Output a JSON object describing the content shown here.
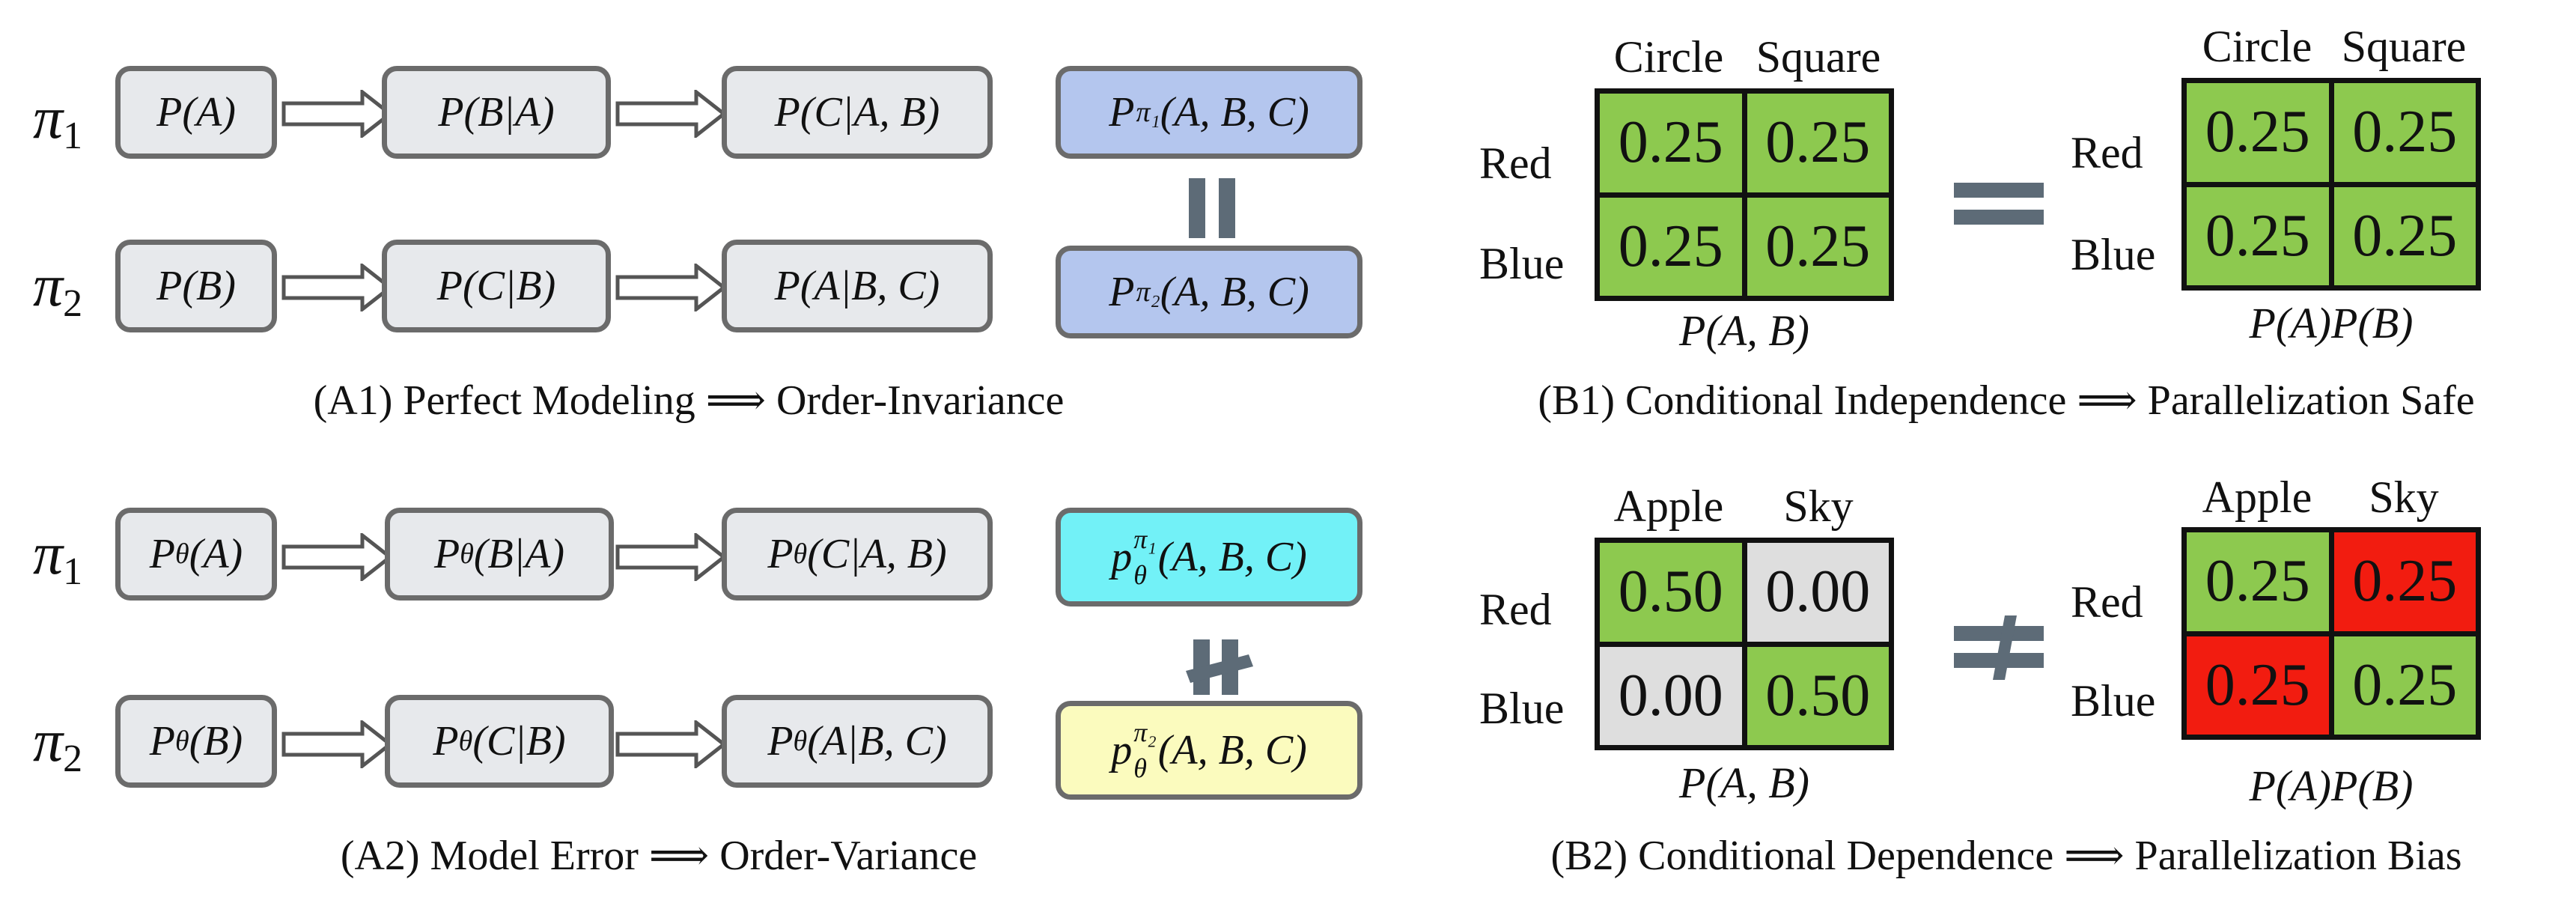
{
  "colors": {
    "node_gray": "#e7e9ec",
    "node_border": "#6b6b6b",
    "joint_blue": "#b4c6ee",
    "joint_cyan": "#72f1f7",
    "joint_yellow": "#fbfbbe",
    "cell_green": "#8dc94f",
    "cell_gray": "#dedede",
    "cell_red": "#f21c10",
    "relation_symbol": "#5d6b77"
  },
  "panel_a1": {
    "pi1_label": "π",
    "pi1_sub": "1",
    "pi2_label": "π",
    "pi2_sub": "2",
    "row1": [
      "P(A)",
      "P(B|A)",
      "P(C|A, B)"
    ],
    "row2": [
      "P(B)",
      "P(C|B)",
      "P(A|B, C)"
    ],
    "joint1": {
      "P": "P",
      "sup": "π₁",
      "args": "(A, B, C)"
    },
    "joint2": {
      "P": "P",
      "sup": "π₂",
      "args": "(A, B, C)"
    },
    "relation": "equal",
    "caption": "(A1) Perfect Modeling ⟹ Order-Invariance"
  },
  "panel_a2": {
    "pi1_label": "π",
    "pi1_sub": "1",
    "pi2_label": "π",
    "pi2_sub": "2",
    "theta": "θ",
    "row1": [
      {
        "P": "P",
        "args": "(A)"
      },
      {
        "P": "P",
        "args": "(B|A)"
      },
      {
        "P": "P",
        "args": "(C|A, B)"
      }
    ],
    "row2": [
      {
        "P": "P",
        "args": "(B)"
      },
      {
        "P": "P",
        "args": "(C|B)"
      },
      {
        "P": "P",
        "args": "(A|B, C)"
      }
    ],
    "joint1": {
      "p": "p",
      "sup": "π₁",
      "sub": "θ",
      "args": "(A, B, C)"
    },
    "joint2": {
      "p": "p",
      "sup": "π₂",
      "sub": "θ",
      "args": "(A, B, C)"
    },
    "relation": "not-equal",
    "caption": "(A2) Model Error ⟹ Order-Variance"
  },
  "panel_b1": {
    "left": {
      "cols": [
        "Circle",
        "Square"
      ],
      "rows": [
        "Red",
        "Blue"
      ],
      "cells": [
        [
          "0.25",
          "0.25"
        ],
        [
          "0.25",
          "0.25"
        ]
      ],
      "cell_colors": [
        [
          "green",
          "green"
        ],
        [
          "green",
          "green"
        ]
      ],
      "caption": "P(A, B)"
    },
    "right": {
      "cols": [
        "Circle",
        "Square"
      ],
      "rows": [
        "Red",
        "Blue"
      ],
      "cells": [
        [
          "0.25",
          "0.25"
        ],
        [
          "0.25",
          "0.25"
        ]
      ],
      "cell_colors": [
        [
          "green",
          "green"
        ],
        [
          "green",
          "green"
        ]
      ],
      "caption": "P(A)P(B)"
    },
    "relation": "equal",
    "caption": "(B1) Conditional Independence ⟹ Parallelization Safe"
  },
  "panel_b2": {
    "left": {
      "cols": [
        "Apple",
        "Sky"
      ],
      "rows": [
        "Red",
        "Blue"
      ],
      "cells": [
        [
          "0.50",
          "0.00"
        ],
        [
          "0.00",
          "0.50"
        ]
      ],
      "cell_colors": [
        [
          "green",
          "gray"
        ],
        [
          "gray",
          "green"
        ]
      ],
      "caption": "P(A, B)"
    },
    "right": {
      "cols": [
        "Apple",
        "Sky"
      ],
      "rows": [
        "Red",
        "Blue"
      ],
      "cells": [
        [
          "0.25",
          "0.25"
        ],
        [
          "0.25",
          "0.25"
        ]
      ],
      "cell_colors": [
        [
          "green",
          "red"
        ],
        [
          "red",
          "green"
        ]
      ],
      "caption": "P(A)P(B)"
    },
    "relation": "not-equal",
    "caption": "(B2) Conditional Dependence ⟹ Parallelization Bias"
  }
}
